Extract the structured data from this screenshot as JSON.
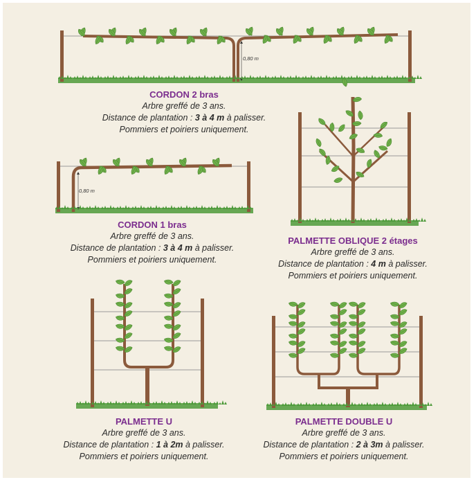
{
  "captions": {
    "cordon2": {
      "title": "CORDON 2 bras",
      "age": "Arbre greffé de 3 ans.",
      "distance_prefix": "Distance de plantation : ",
      "distance_value": "3 à 4 m",
      "distance_suffix": " à palisser.",
      "species": "Pommiers et poiriers uniquement."
    },
    "cordon1": {
      "title": "CORDON 1 bras",
      "age": "Arbre greffé de 3 ans.",
      "distance_prefix": "Distance de plantation : ",
      "distance_value": "3 à 4 m",
      "distance_suffix": " à palisser.",
      "species": "Pommiers et poiriers uniquement."
    },
    "oblique": {
      "title": "PALMETTE OBLIQUE 2 étages",
      "age": "Arbre greffé de 3 ans.",
      "distance_prefix": "Distance de plantation : ",
      "distance_value": "4 m",
      "distance_suffix": " à palisser.",
      "species": "Pommiers et poiriers uniquement."
    },
    "palmetteU": {
      "title": "PALMETTE U",
      "age": "Arbre greffé de 3 ans.",
      "distance_prefix": "Distance de plantation : ",
      "distance_value": "1 à 2m",
      "distance_suffix": " à palisser.",
      "species": "Pommiers et poiriers uniquement."
    },
    "doubleU": {
      "title": "PALMETTE DOUBLE U",
      "age": "Arbre greffé de 3 ans.",
      "distance_prefix": "Distance de plantation : ",
      "distance_value": "2 à 3m",
      "distance_suffix": " à palisser.",
      "species": "Pommiers et poiriers uniquement."
    }
  },
  "measurements": {
    "cordon2_height": "0,80 m",
    "cordon1_height": "0,80 m"
  },
  "colors": {
    "background": "#f4efe3",
    "title": "#7b2d8e",
    "wood": "#8b5a3c",
    "leaf": "#6fb04a",
    "grass": "#4d9a3a",
    "wire": "#9a9a9a"
  }
}
